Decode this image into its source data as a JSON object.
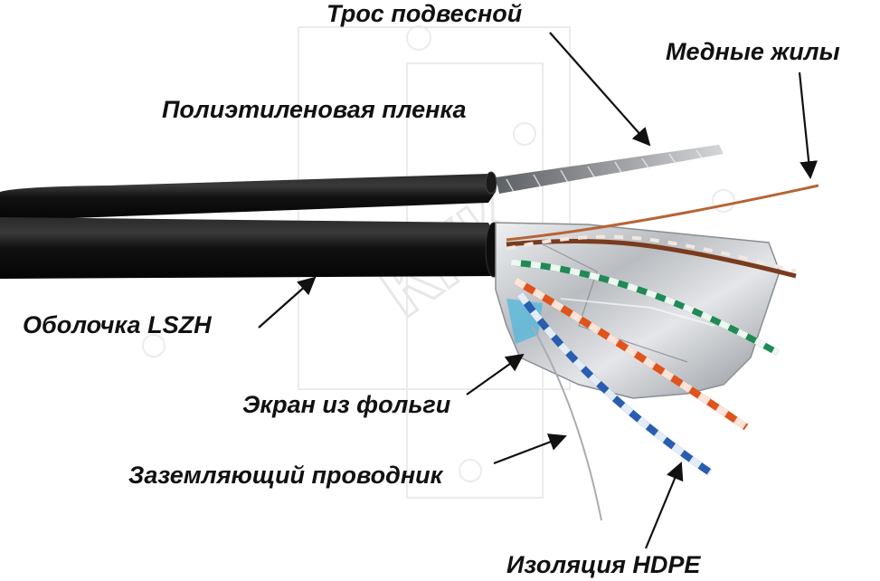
{
  "labels": {
    "messenger": "Трос подвесной",
    "copper": "Медные жилы",
    "pe_film": "Полиэтиленовая пленка",
    "jacket": "Оболочка LSZH",
    "foil": "Экран из фольги",
    "drain": "Заземляющий проводник",
    "insulation": "Изоляция HDPE"
  },
  "watermark": "ККК",
  "icons": {
    "cable": "cable-cutaway-illustration",
    "watermark": "watermark-logo"
  },
  "colors": {
    "jacket": "#111111",
    "foil": "#c7c9cc",
    "pair_brown": "#7a3b1e",
    "pair_green": "#1f8a55",
    "pair_orange": "#e0531d",
    "pair_blue": "#2a5db0",
    "copper": "#c9723c",
    "messenger": "#9a9ea3",
    "watermark": "#d9d9d9"
  }
}
